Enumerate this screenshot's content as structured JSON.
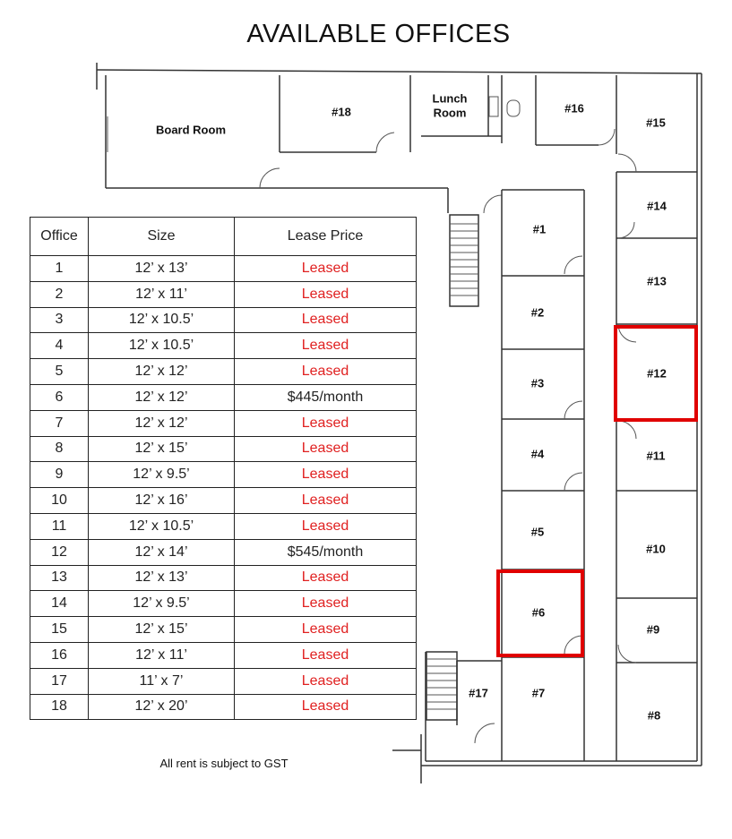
{
  "title": "AVAILABLE OFFICES",
  "table": {
    "headers": [
      "Office",
      "Size",
      "Lease Price"
    ],
    "rows": [
      {
        "office": "1",
        "size": "12’ x 13’",
        "price": "Leased",
        "leased": true
      },
      {
        "office": "2",
        "size": "12’ x 11’",
        "price": "Leased",
        "leased": true
      },
      {
        "office": "3",
        "size": "12’ x 10.5’",
        "price": "Leased",
        "leased": true
      },
      {
        "office": "4",
        "size": "12’ x 10.5’",
        "price": "Leased",
        "leased": true
      },
      {
        "office": "5",
        "size": "12’ x 12’",
        "price": "Leased",
        "leased": true
      },
      {
        "office": "6",
        "size": "12’ x 12’",
        "price": "$445/month",
        "leased": false
      },
      {
        "office": "7",
        "size": "12’ x 12’",
        "price": "Leased",
        "leased": true
      },
      {
        "office": "8",
        "size": "12’ x 15’",
        "price": "Leased",
        "leased": true
      },
      {
        "office": "9",
        "size": "12’ x 9.5’",
        "price": "Leased",
        "leased": true
      },
      {
        "office": "10",
        "size": "12’ x 16’",
        "price": "Leased",
        "leased": true
      },
      {
        "office": "11",
        "size": "12’ x 10.5’",
        "price": "Leased",
        "leased": true
      },
      {
        "office": "12",
        "size": "12’ x 14’",
        "price": "$545/month",
        "leased": false
      },
      {
        "office": "13",
        "size": "12’ x 13’",
        "price": "Leased",
        "leased": true
      },
      {
        "office": "14",
        "size": "12’ x 9.5’",
        "price": "Leased",
        "leased": true
      },
      {
        "office": "15",
        "size": "12’ x 15’",
        "price": "Leased",
        "leased": true
      },
      {
        "office": "16",
        "size": "12’ x 11’",
        "price": "Leased",
        "leased": true
      },
      {
        "office": "17",
        "size": "11’ x 7’",
        "price": "Leased",
        "leased": true
      },
      {
        "office": "18",
        "size": "12’ x 20’",
        "price": "Leased",
        "leased": true
      }
    ]
  },
  "floorplan": {
    "rooms": {
      "board_room": "Board Room",
      "r18": "#18",
      "lunch_line1": "Lunch",
      "lunch_line2": "Room",
      "r16": "#16",
      "r15": "#15",
      "r14": "#14",
      "r13": "#13",
      "r12": "#12",
      "r11": "#11",
      "r10": "#10",
      "r9": "#9",
      "r8": "#8",
      "r1": "#1",
      "r2": "#2",
      "r3": "#3",
      "r4": "#4",
      "r5": "#5",
      "r6": "#6",
      "r7": "#7",
      "r17": "#17"
    },
    "highlighted_offices": [
      "#6",
      "#12"
    ],
    "highlight_color": "#e00000",
    "leased_color": "#e02020"
  },
  "footnote": "All rent is subject to GST"
}
